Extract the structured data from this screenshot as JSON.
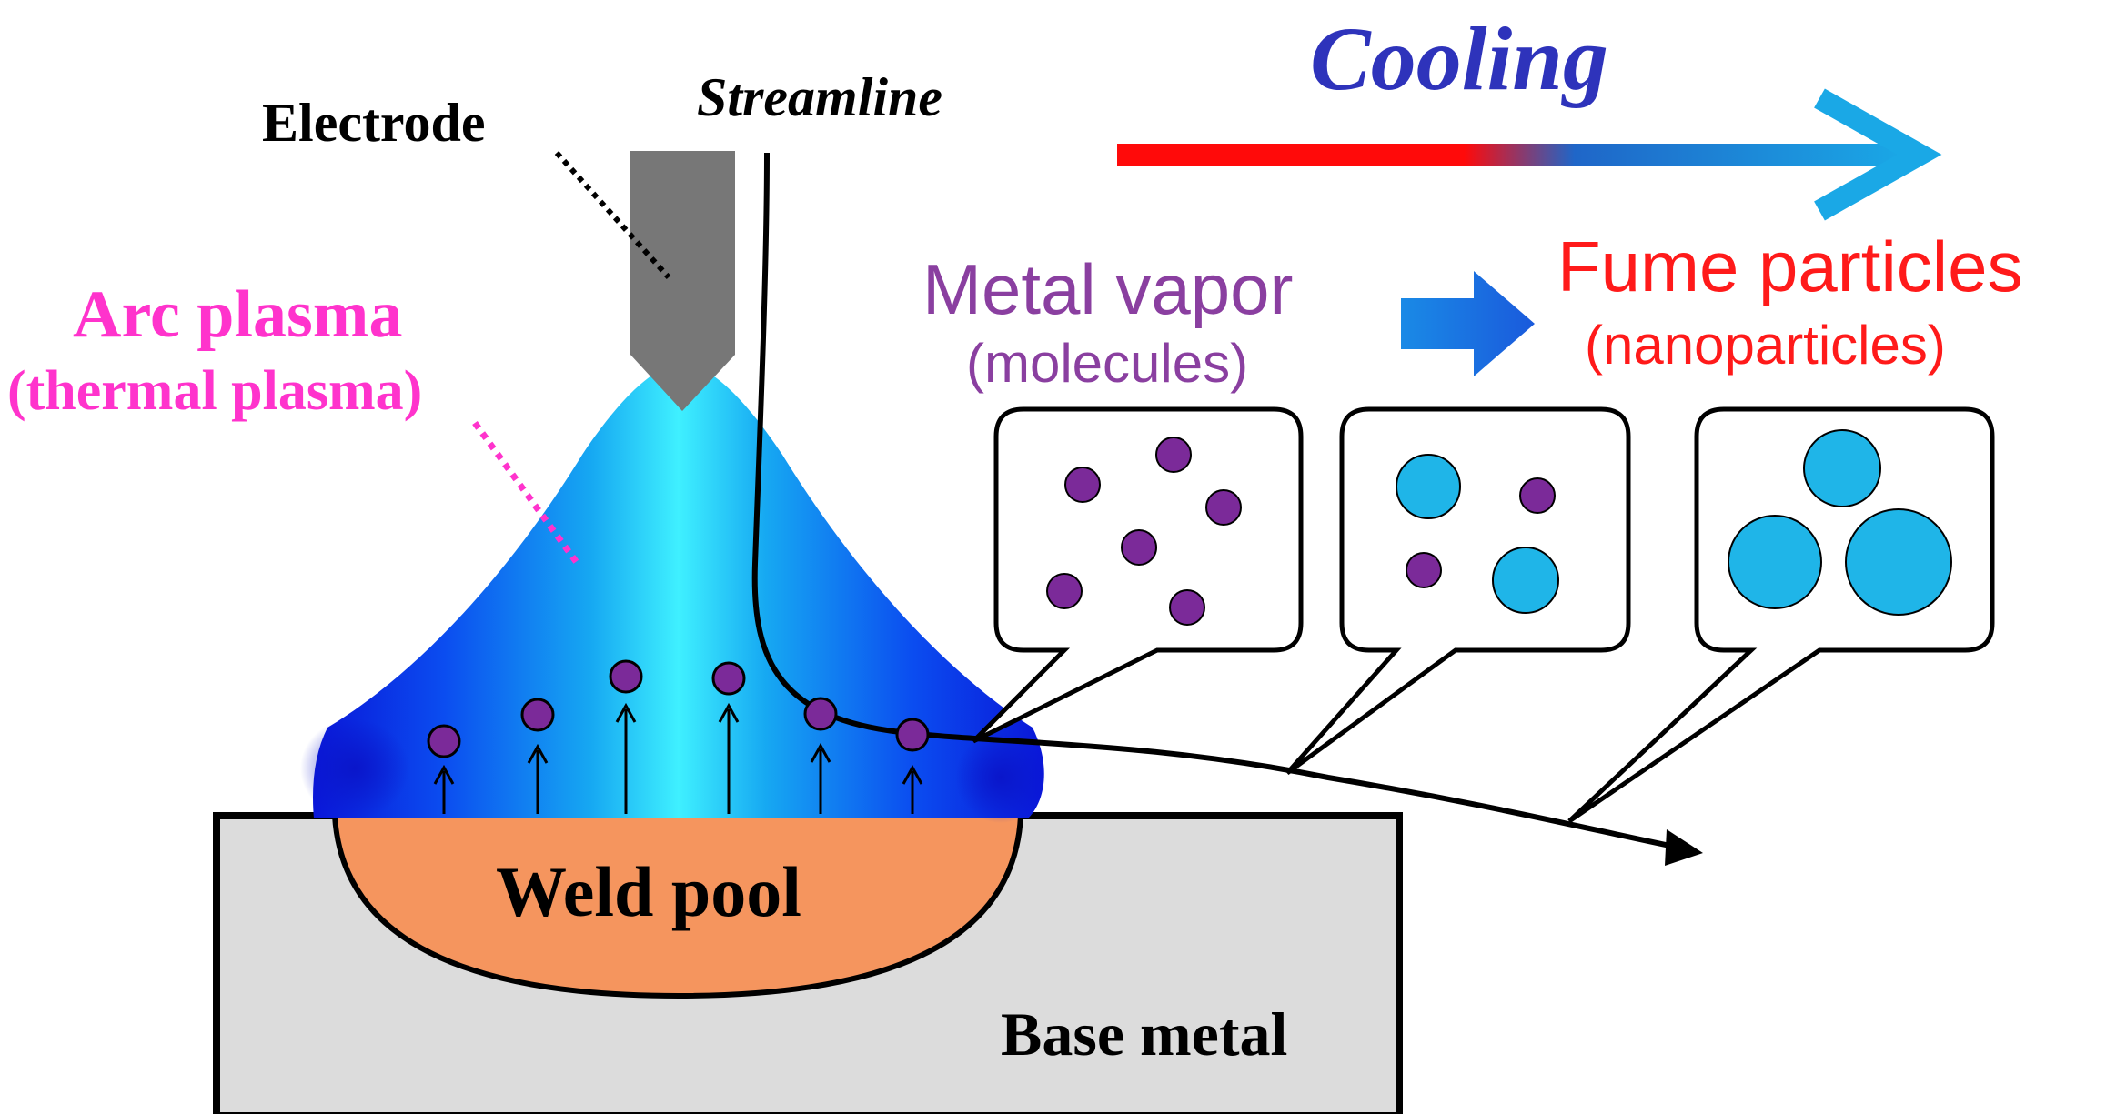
{
  "labels": {
    "electrode": "Electrode",
    "streamline": "Streamline",
    "cooling": "Cooling",
    "arc_plasma": "Arc plasma",
    "thermal_plasma": "(thermal plasma)",
    "metal_vapor": "Metal vapor",
    "molecules": "(molecules)",
    "fume_particles": "Fume particles",
    "nanoparticles": "(nanoparticles)",
    "weld_pool": "Weld pool",
    "base_metal": "Base metal"
  },
  "colors": {
    "electrode": "#777777",
    "plasma_core": "#33e6ff",
    "plasma_edge": "#0a1ee6",
    "metal_vapor_particle": "#7b2a99",
    "fume_particle": "#1fb5e8",
    "weld_pool": "#f5955e",
    "base_metal": "#dcdcdc",
    "cooling_hot": "#ff0a0a",
    "cooling_cold": "#1aa0e0",
    "arc_plasma_label": "#ff33cc",
    "metal_vapor_label": "#8a3fa0",
    "fume_label": "#ff1a1a",
    "cooling_label": "#2e33bb",
    "transition_arrow": "#1a6fe0"
  },
  "icons": {
    "transition": "right-block-arrow"
  }
}
